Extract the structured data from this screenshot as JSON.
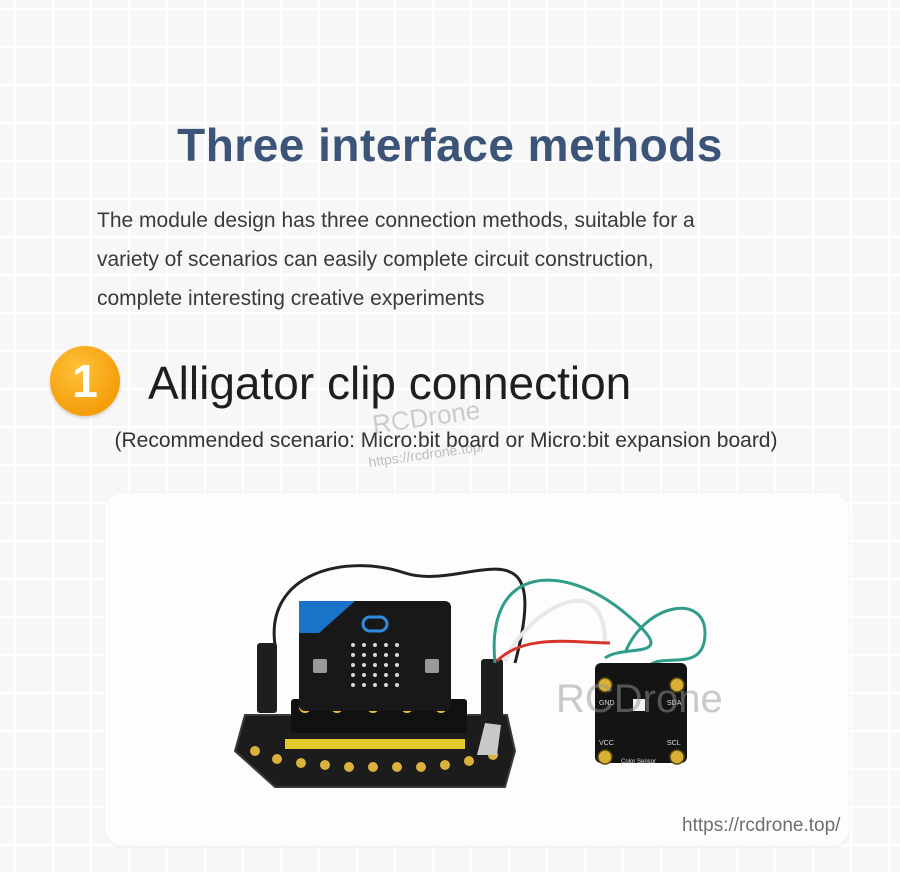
{
  "heading": {
    "title": "Three interface methods",
    "description_lines": [
      "The module design has three connection methods, suitable for a",
      "variety of scenarios can easily complete circuit construction,",
      "complete interesting creative experiments"
    ]
  },
  "section": {
    "badge_number": "1",
    "title": "Alligator clip connection",
    "scenario": "(Recommended scenario: Micro:bit board or Micro:bit expansion board)"
  },
  "photo": {
    "module_labels": {
      "gnd": "GND",
      "sda": "SDA",
      "vcc": "VCC",
      "scl": "SCL",
      "name": "Color Sensor"
    }
  },
  "watermarks": {
    "brand": "RCDrone",
    "url_small": "https://rcdrone.top/",
    "url": "https://rcdrone.top/"
  },
  "colors": {
    "title": "#3b5478",
    "badge": "#f59e0b",
    "microbit_blue": "#1a73c8",
    "wire_green": "#2e9e8a",
    "wire_red": "#d8342b"
  }
}
